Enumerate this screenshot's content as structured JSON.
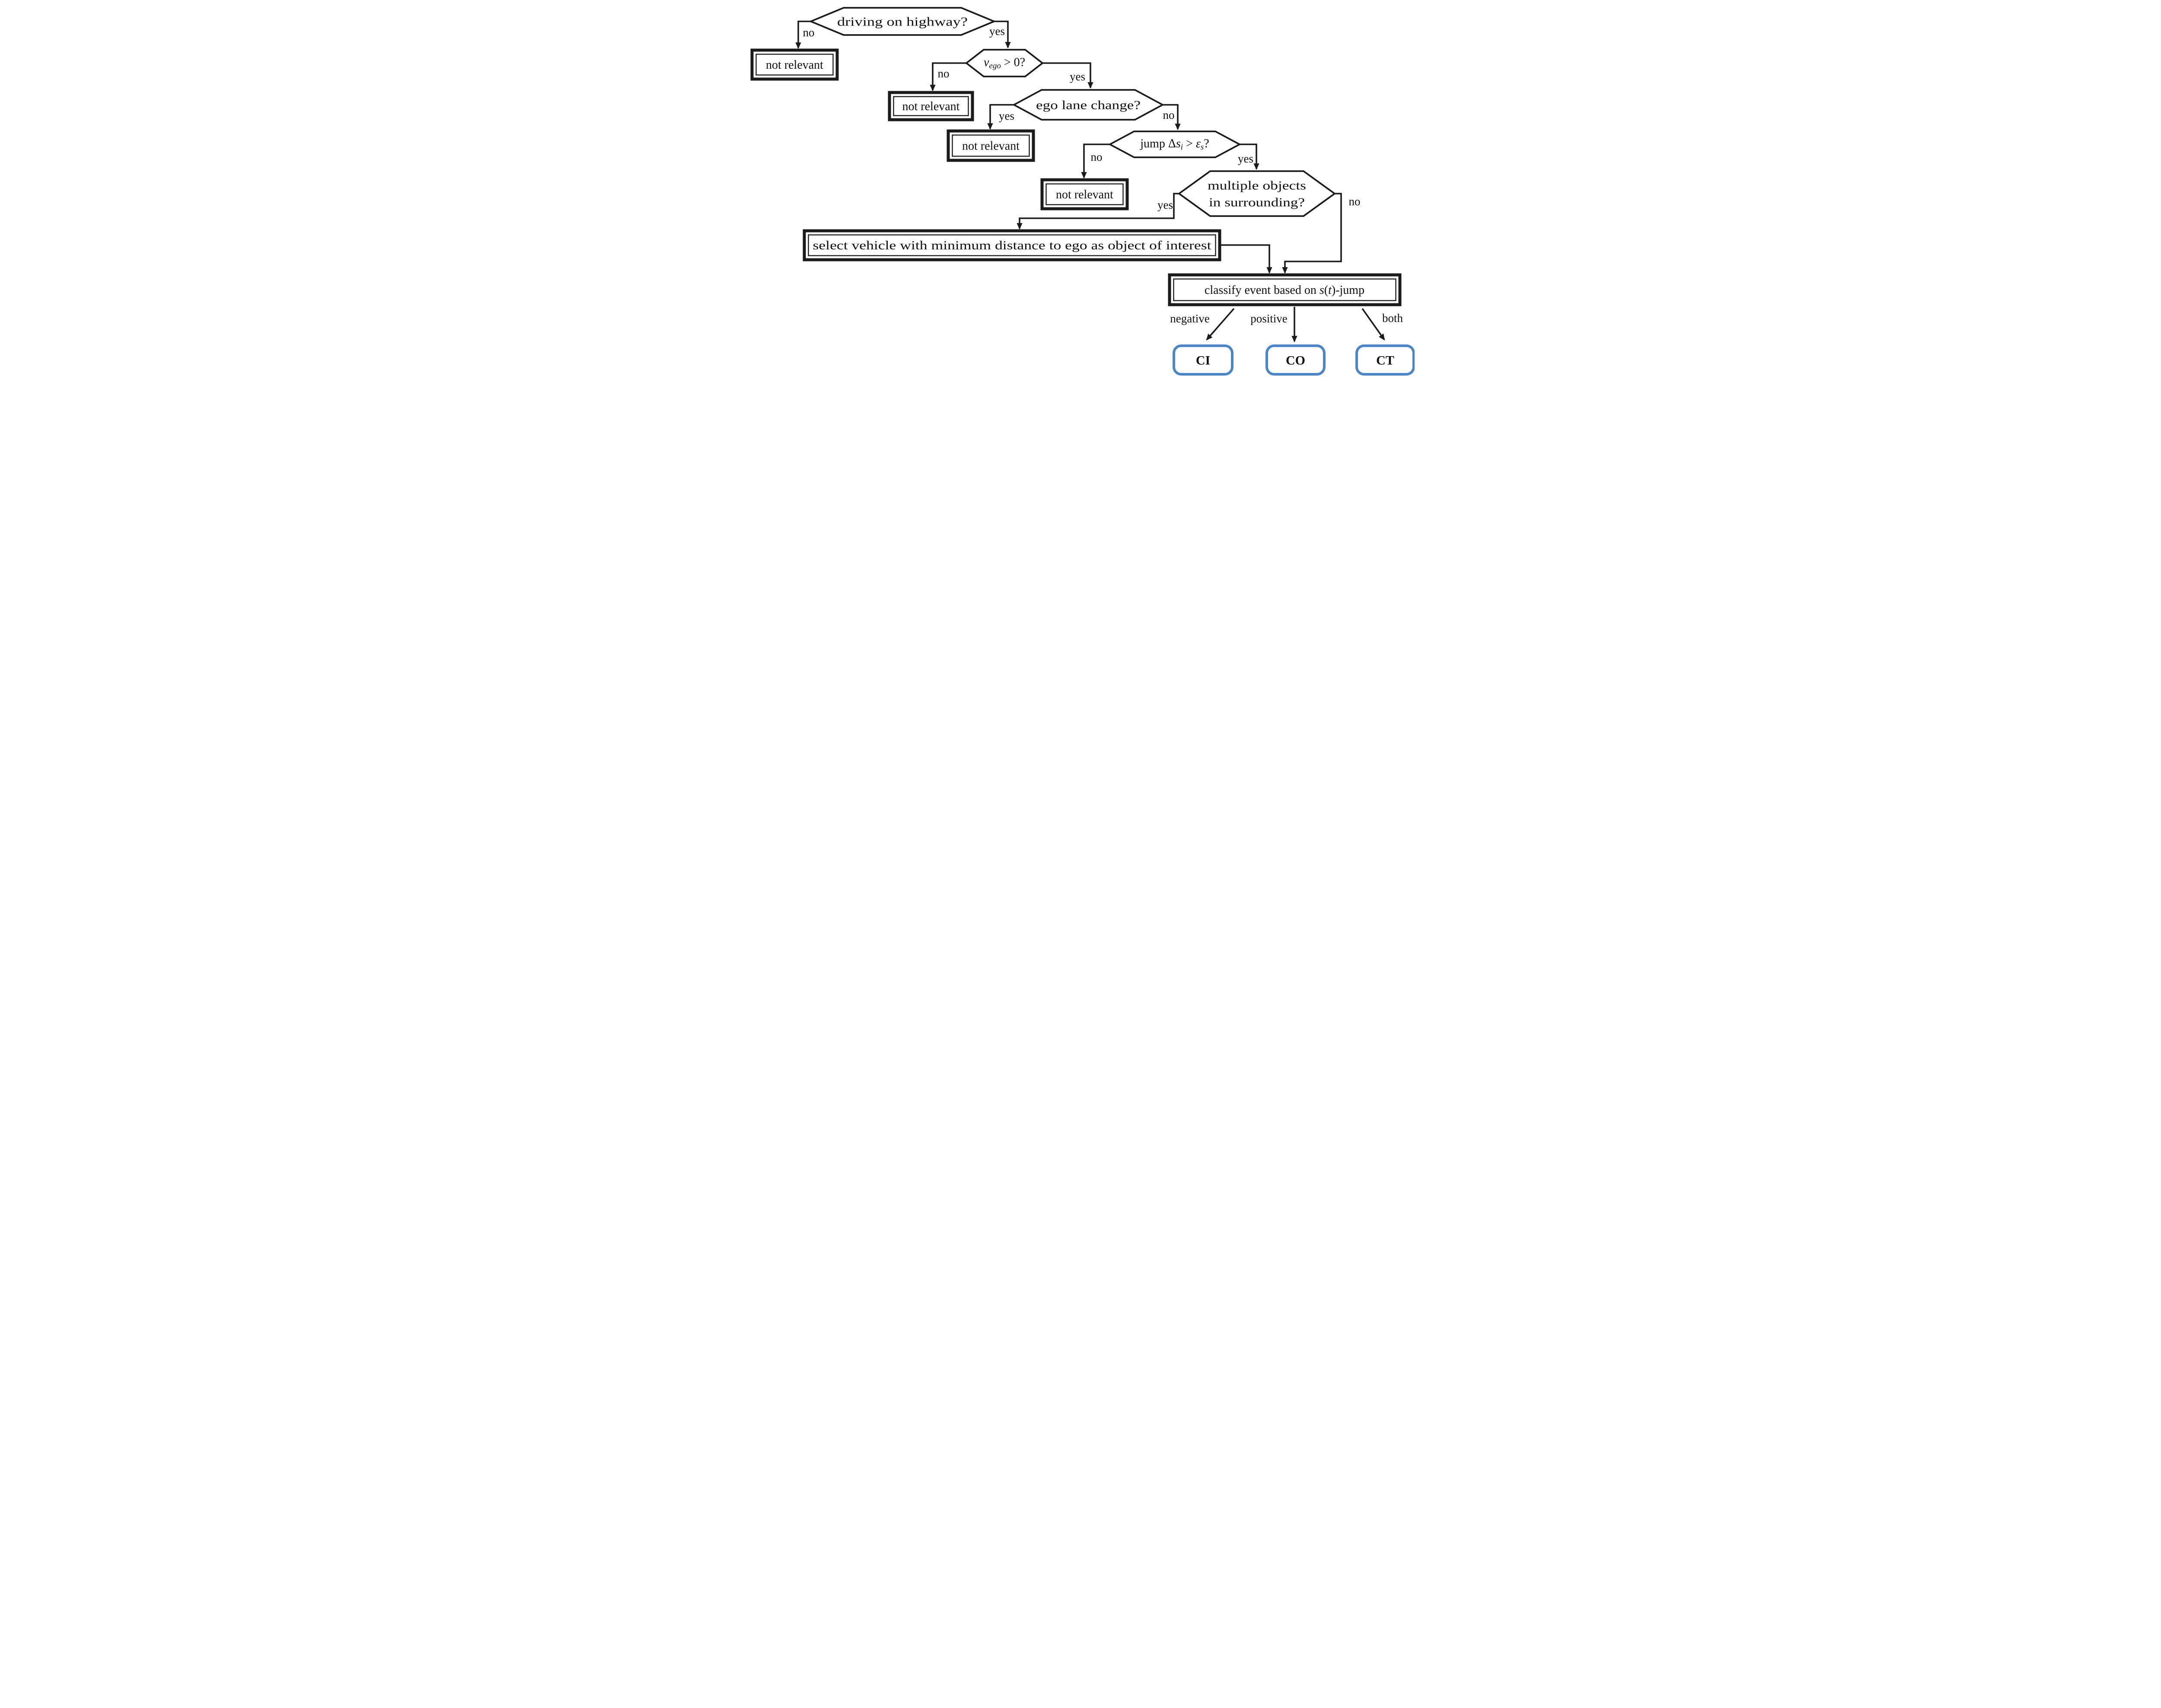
{
  "colors": {
    "line": "#1b1b1b",
    "text": "#101010",
    "result-border": "#4e85c4",
    "bg": "#ffffff"
  },
  "nodes": {
    "d1": {
      "label": "driving on  highway?"
    },
    "d2": {
      "var": "v",
      "sub": "ego",
      "rest": " > 0?"
    },
    "d3": {
      "label": "ego lane change?"
    },
    "d4": {
      "pre": "jump Δ",
      "s": "s",
      "sub_i": "i",
      "mid": " > ",
      "eps": "ε",
      "sub_s": "s",
      "post": "?"
    },
    "d5": {
      "line1": "multiple objects",
      "line2": "in surrounding?"
    },
    "nr1": {
      "label": "not relevant"
    },
    "nr2": {
      "label": "not relevant"
    },
    "nr3": {
      "label": "not relevant"
    },
    "nr4": {
      "label": "not relevant"
    },
    "select": {
      "label": "select vehicle with minimum distance to ego as object of interest"
    },
    "classify": {
      "pre": "classify event based on ",
      "s": "s",
      "open": "(",
      "t": "t",
      "close": ")",
      "post": "-jump"
    },
    "ci": {
      "label": "CI"
    },
    "co": {
      "label": "CO"
    },
    "ct": {
      "label": "CT"
    }
  },
  "edge_labels": {
    "d1_no": "no",
    "d1_yes": "yes",
    "d2_no": "no",
    "d2_yes": "yes",
    "d3_yes": "yes",
    "d3_no": "no",
    "d4_no": "no",
    "d4_yes": "yes",
    "d5_yes": "yes",
    "d5_no": "no",
    "negative": "negative",
    "positive": "positive",
    "both": "both"
  }
}
